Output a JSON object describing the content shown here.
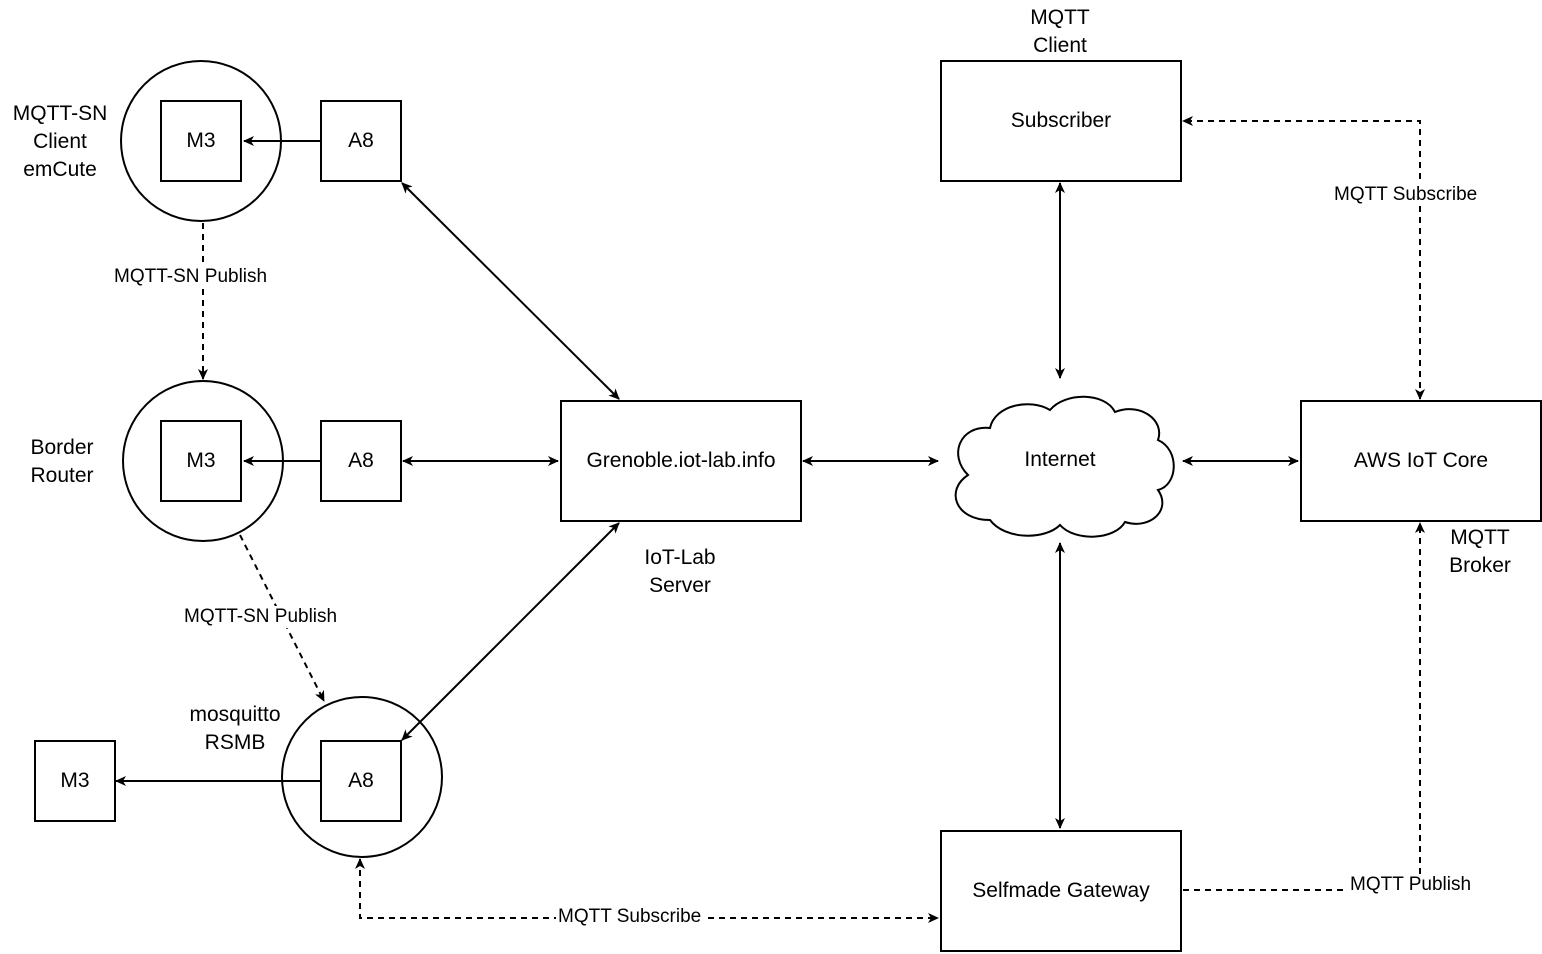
{
  "nodes": {
    "m3_client": "M3",
    "a8_client": "A8",
    "m3_border": "M3",
    "a8_border": "A8",
    "m3_bottom": "M3",
    "a8_rsmb": "A8",
    "grenoble": "Grenoble.iot-lab.info",
    "internet": "Internet",
    "subscriber": "Subscriber",
    "aws": "AWS IoT Core",
    "gateway": "Selfmade Gateway"
  },
  "annotations": {
    "mqttsn_client": "MQTT-SN\nClient\nemCute",
    "border_router": "Border\nRouter",
    "mosquitto": "mosquitto\nRSMB",
    "iotlab_server": "IoT-Lab\nServer",
    "mqtt_client": "MQTT\nClient",
    "mqtt_broker": "MQTT\nBroker"
  },
  "edge_labels": {
    "pub1": "MQTT-SN Publish",
    "pub2": "MQTT-SN Publish",
    "sub_aws": "MQTT Subscribe",
    "sub_gateway": "MQTT Subscribe",
    "publish_aws": "MQTT Publish"
  }
}
